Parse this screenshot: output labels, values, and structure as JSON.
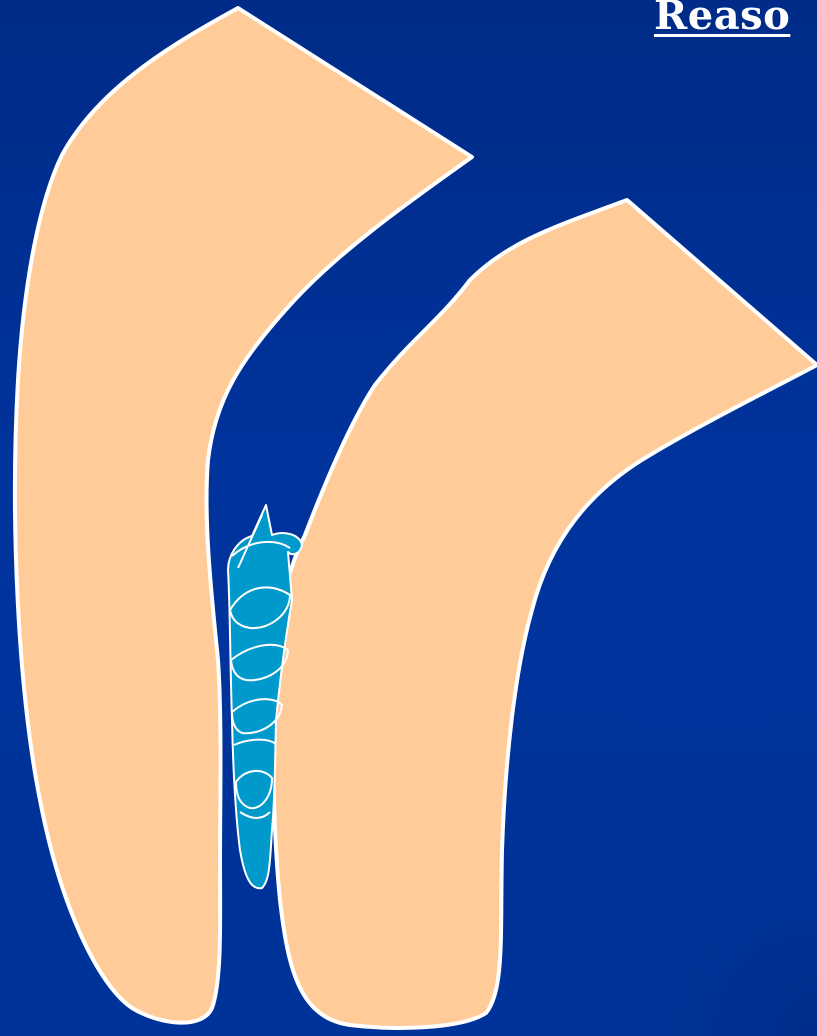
{
  "slide": {
    "title": "Reaso"
  },
  "colors": {
    "background": "#003399",
    "tooth_fill": "#FFCC99",
    "outline": "#FFFFFF",
    "interproximal_fill": "#0099CC"
  },
  "figure": {
    "elements": [
      "left-tooth",
      "right-tooth",
      "interproximal-contact-strip"
    ]
  }
}
